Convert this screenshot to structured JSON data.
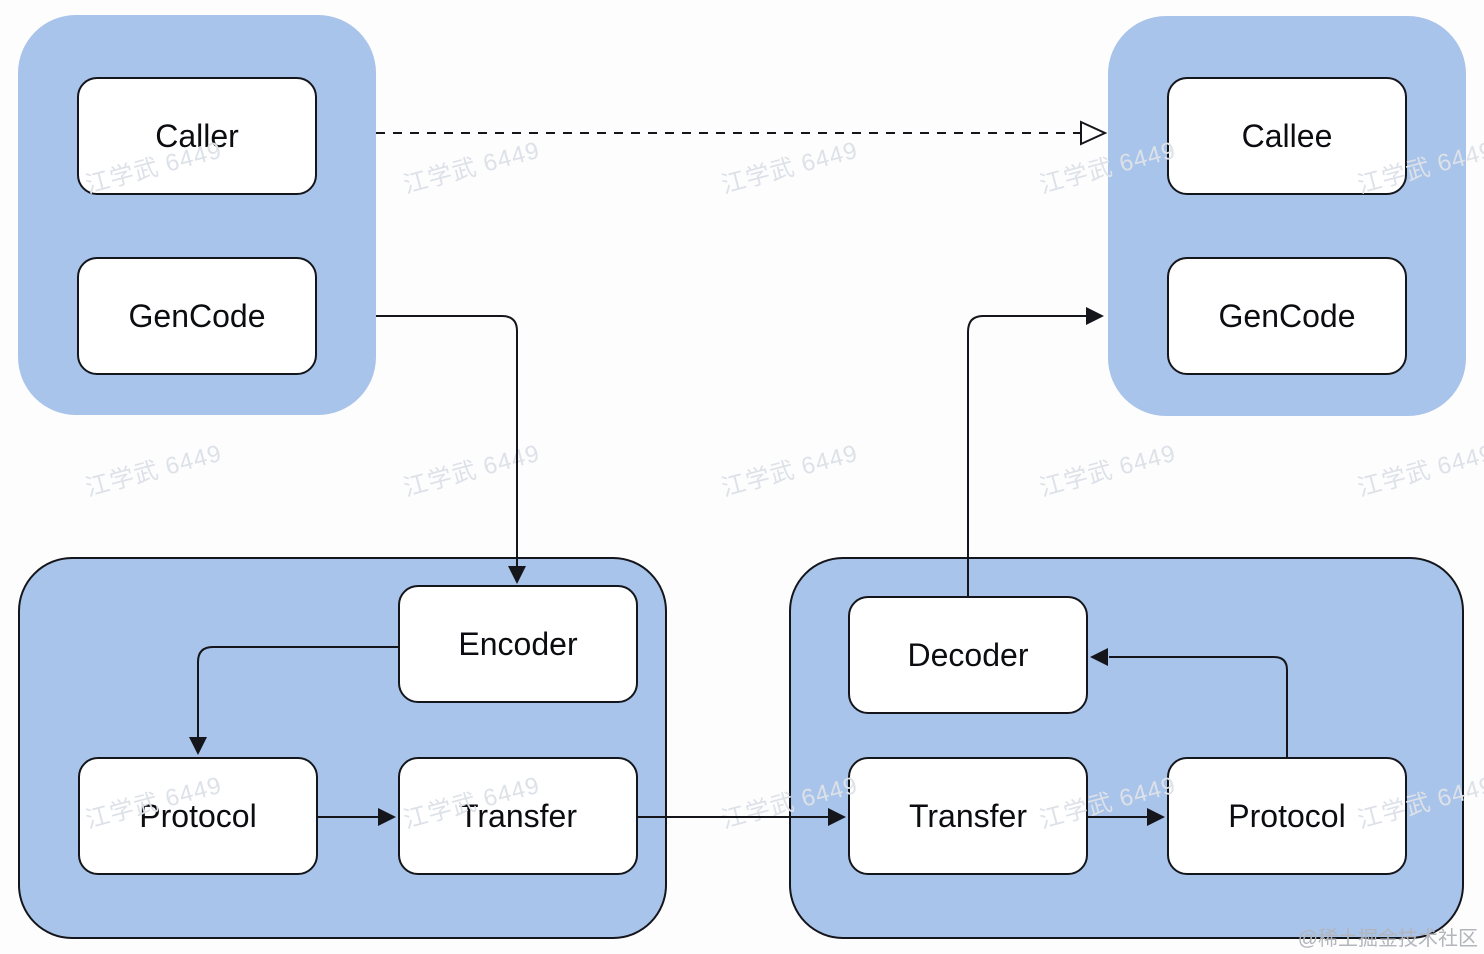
{
  "diagram": {
    "description": "RPC call architecture diagram",
    "nodes": {
      "caller": {
        "label": "Caller"
      },
      "gencode_client": {
        "label": "GenCode"
      },
      "callee": {
        "label": "Callee"
      },
      "gencode_server": {
        "label": "GenCode"
      },
      "encoder": {
        "label": "Encoder"
      },
      "protocol_client": {
        "label": "Protocol"
      },
      "transfer_client": {
        "label": "Transfer"
      },
      "decoder": {
        "label": "Decoder"
      },
      "transfer_server": {
        "label": "Transfer"
      },
      "protocol_server": {
        "label": "Protocol"
      }
    },
    "edges": [
      {
        "from": "caller",
        "to": "callee",
        "line": "dashed",
        "head": "open-triangle"
      },
      {
        "from": "gencode_client",
        "to": "encoder",
        "line": "solid",
        "head": "filled"
      },
      {
        "from": "encoder",
        "to": "protocol_client",
        "line": "solid",
        "head": "filled"
      },
      {
        "from": "protocol_client",
        "to": "transfer_client",
        "line": "solid",
        "head": "filled"
      },
      {
        "from": "transfer_client",
        "to": "transfer_server",
        "line": "solid",
        "head": "filled"
      },
      {
        "from": "transfer_server",
        "to": "protocol_server",
        "line": "solid",
        "head": "filled"
      },
      {
        "from": "protocol_server",
        "to": "decoder",
        "line": "solid",
        "head": "filled"
      },
      {
        "from": "decoder",
        "to": "gencode_server",
        "line": "solid",
        "head": "filled"
      }
    ]
  },
  "watermark": {
    "text": "江学武 6449"
  },
  "credit": {
    "text": "@稀土掘金技术社区"
  },
  "colors": {
    "bg": "#fdfdfe",
    "container_fill": "#a9c4ea",
    "node_fill": "#ffffff",
    "stroke": "#14161b",
    "watermark": "#dde1e8",
    "credit": "#b2b5bb"
  }
}
